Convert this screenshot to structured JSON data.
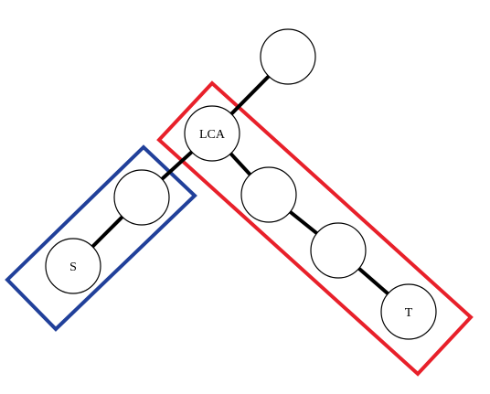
{
  "diagram": {
    "labels": {
      "lca": "LCA",
      "s": "S",
      "t": "T"
    },
    "colors": {
      "background": "#ffffff",
      "node_fill": "#ffffff",
      "node_stroke": "#000000",
      "edge": "#000000",
      "red_box": "#e8202a",
      "blue_box": "#21409a"
    }
  }
}
